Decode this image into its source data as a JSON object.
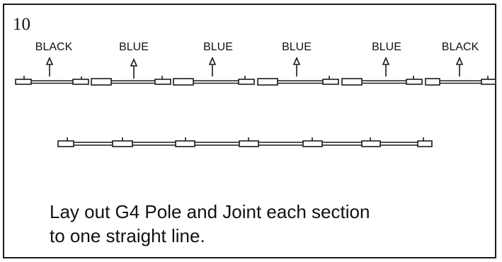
{
  "step_number": "10",
  "color_labels": [
    "BLACK",
    "BLUE",
    "BLUE",
    "BLUE",
    "BLUE",
    "BLACK"
  ],
  "instructions": {
    "line1": "Lay out G4 Pole and Joint each section",
    "line2": "to one straight line."
  },
  "colors": {
    "ink": "#1a1a1a",
    "paper": "#ffffff"
  }
}
